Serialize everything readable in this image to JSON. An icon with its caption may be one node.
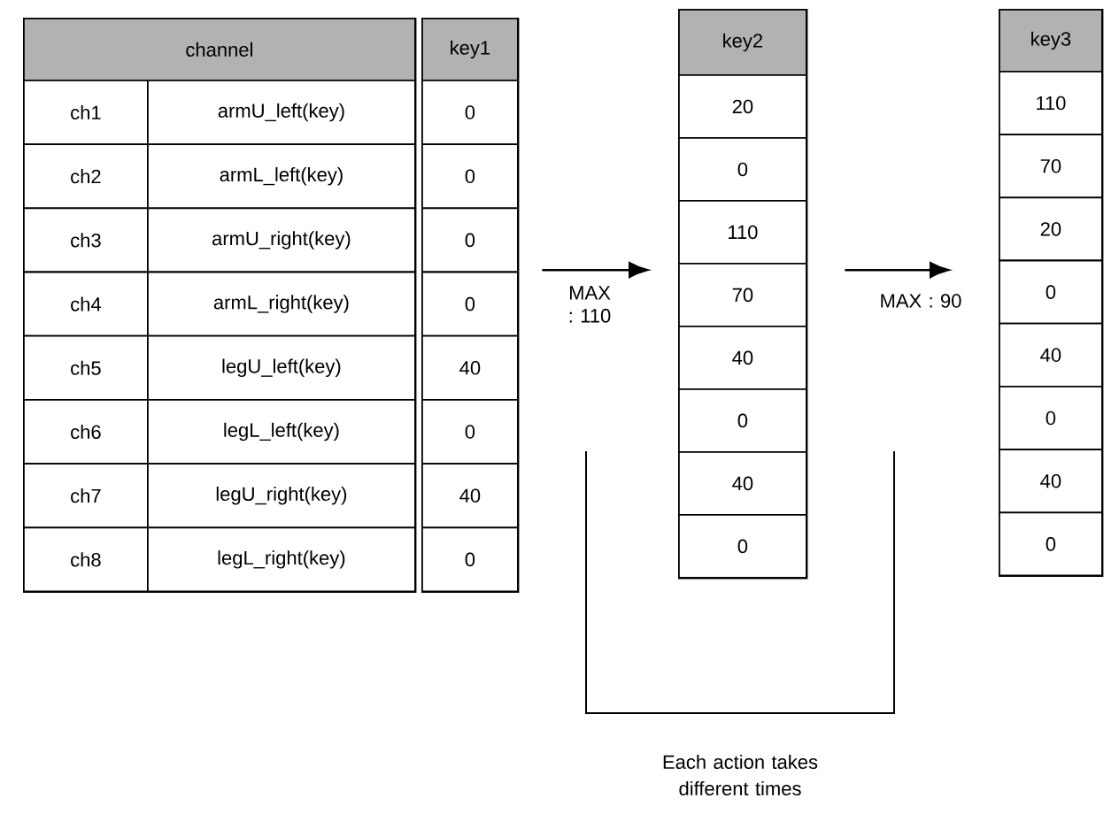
{
  "diagram": {
    "nodes": [
      {
        "text": [
          "channel",
          "ch1",
          "armU_left(key)",
          "ch2",
          "armL_left(key)",
          "ch3",
          "armU_right(key)",
          "ch4",
          "armL_right(key)",
          "ch5",
          "legU_left(key)",
          "ch6",
          "legL_left(key)",
          "ch7",
          "legU_right(key)",
          "ch8",
          "legL_right(key)"
        ]
      },
      {
        "text": [
          "key1",
          "0",
          "0",
          "0",
          "0",
          "40",
          "0",
          "40",
          "0"
        ]
      },
      {
        "text": [
          "key2",
          "20",
          "0",
          "110",
          "70",
          "40",
          "0",
          "40",
          "0"
        ]
      },
      {
        "text": [
          "key3",
          "110",
          "70",
          "20",
          "0",
          "40",
          "0",
          "40",
          "0"
        ]
      }
    ],
    "edges": [
      {
        "from": 1,
        "to": 2,
        "arrow": "to",
        "label": "MAX : 110"
      },
      {
        "from": 2,
        "to": 3,
        "arrow": "to",
        "label": "MAX : 90"
      }
    ],
    "labels": [
      "Each action takes different times"
    ]
  }
}
